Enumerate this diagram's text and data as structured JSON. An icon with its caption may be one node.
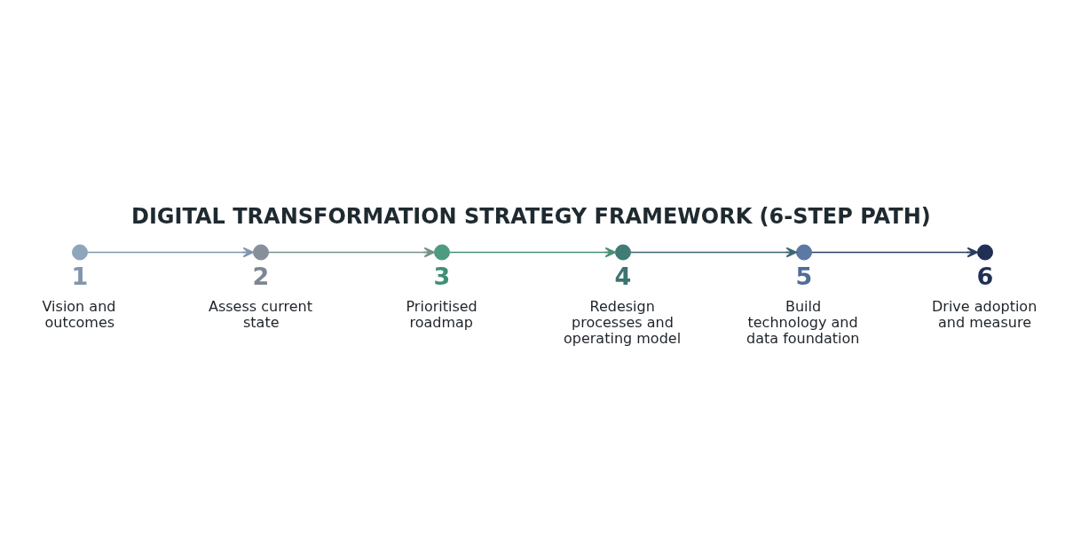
{
  "diagram": {
    "title": "DIGITAL TRANSFORMATION STRATEGY FRAMEWORK (6-STEP PATH)",
    "nodes": [
      {
        "text": [],
        "shape": "circle",
        "beside": [
          "1",
          "Vision and outcomes"
        ]
      },
      {
        "text": [],
        "shape": "circle",
        "beside": [
          "2",
          "Assess current state"
        ]
      },
      {
        "text": [],
        "shape": "circle",
        "beside": [
          "3",
          "Prioritised roadmap"
        ]
      },
      {
        "text": [],
        "shape": "circle",
        "beside": [
          "4",
          "Redesign processes and operating model"
        ]
      },
      {
        "text": [],
        "shape": "circle",
        "beside": [
          "5",
          "Build technology and data foundation"
        ]
      },
      {
        "text": [],
        "shape": "circle",
        "beside": [
          "6",
          "Drive adoption and measure"
        ]
      }
    ],
    "edges": [
      {
        "from": 0,
        "to": 1,
        "arrow": "to",
        "color": "#7f97ad"
      },
      {
        "from": 1,
        "to": 2,
        "arrow": "to",
        "color": "#74918a"
      },
      {
        "from": 2,
        "to": 3,
        "arrow": "to",
        "color": "#4a8f78"
      },
      {
        "from": 3,
        "to": 4,
        "arrow": "to",
        "color": "#3d6676"
      },
      {
        "from": 4,
        "to": 5,
        "arrow": "to",
        "color": "#2b3d60"
      }
    ]
  }
}
